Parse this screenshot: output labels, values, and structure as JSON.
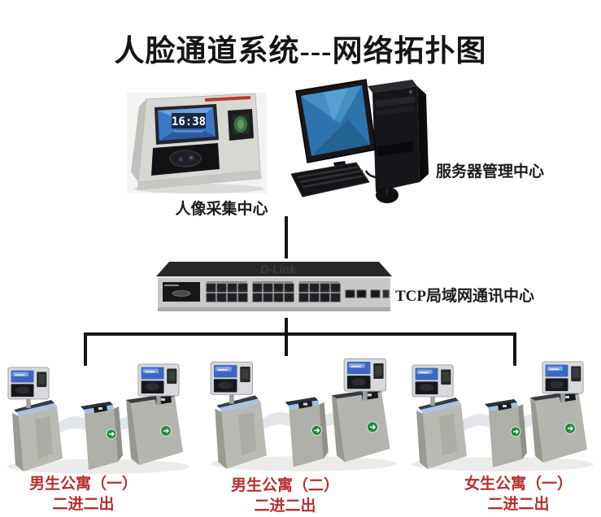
{
  "title": "人脸通道系统---网络拓扑图",
  "capture": {
    "label": "人像采集中心",
    "clock": "16:38"
  },
  "server": {
    "label": "服务器管理中心"
  },
  "switch": {
    "label": "TCP局域网通讯中心",
    "brand": "D-Link"
  },
  "gates": [
    {
      "name": "男生公寓（一）",
      "mode": "二进二出"
    },
    {
      "name": "男生公寓（二）",
      "mode": "二进二出"
    },
    {
      "name": "女生公寓（一）",
      "mode": "二进二出"
    }
  ],
  "colors": {
    "label_red": "#b5302d",
    "line_black": "#141414",
    "screen_blue": "#3a77c6",
    "indicator_green": "#1f8a3a"
  }
}
